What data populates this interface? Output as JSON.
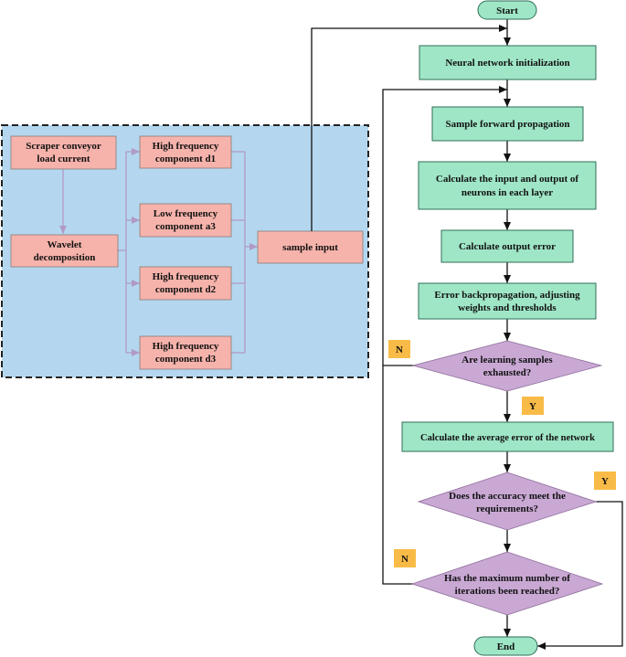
{
  "colors": {
    "panel": "#b4d7ef",
    "pink": "#f6b3ab",
    "green": "#9fe6c6",
    "purple": "#c9a8d4",
    "tag": "#f9bb47",
    "left_arrow": "#b199c7",
    "main_arrow": "#111111"
  },
  "left_panel": {
    "load_current": [
      "Scraper conveyor",
      "load current"
    ],
    "wavelet": [
      "Wavelet",
      "decomposition"
    ],
    "components": [
      [
        "High frequency",
        "component d1"
      ],
      [
        "Low frequency",
        "component a3"
      ],
      [
        "High frequency",
        "component d2"
      ],
      [
        "High frequency",
        "component d3"
      ]
    ],
    "sample_input": "sample input"
  },
  "flow": {
    "start": "Start",
    "init": "Neural network initialization",
    "forward": "Sample forward propagation",
    "calc_layers": [
      "Calculate the input and output of",
      "neurons in each layer"
    ],
    "output_error": "Calculate output error",
    "backprop": [
      "Error backpropagation, adjusting",
      "weights and thresholds"
    ],
    "samples_exhausted": [
      "Are learning samples",
      "exhausted?"
    ],
    "avg_error": "Calculate the average error of the network",
    "accuracy": [
      "Does the accuracy meet the",
      "requirements?"
    ],
    "max_iter": [
      "Has the maximum number of",
      "iterations been reached?"
    ],
    "end": "End"
  },
  "tags": {
    "n1": "N",
    "y1": "Y",
    "y2": "Y",
    "n2": "N"
  }
}
